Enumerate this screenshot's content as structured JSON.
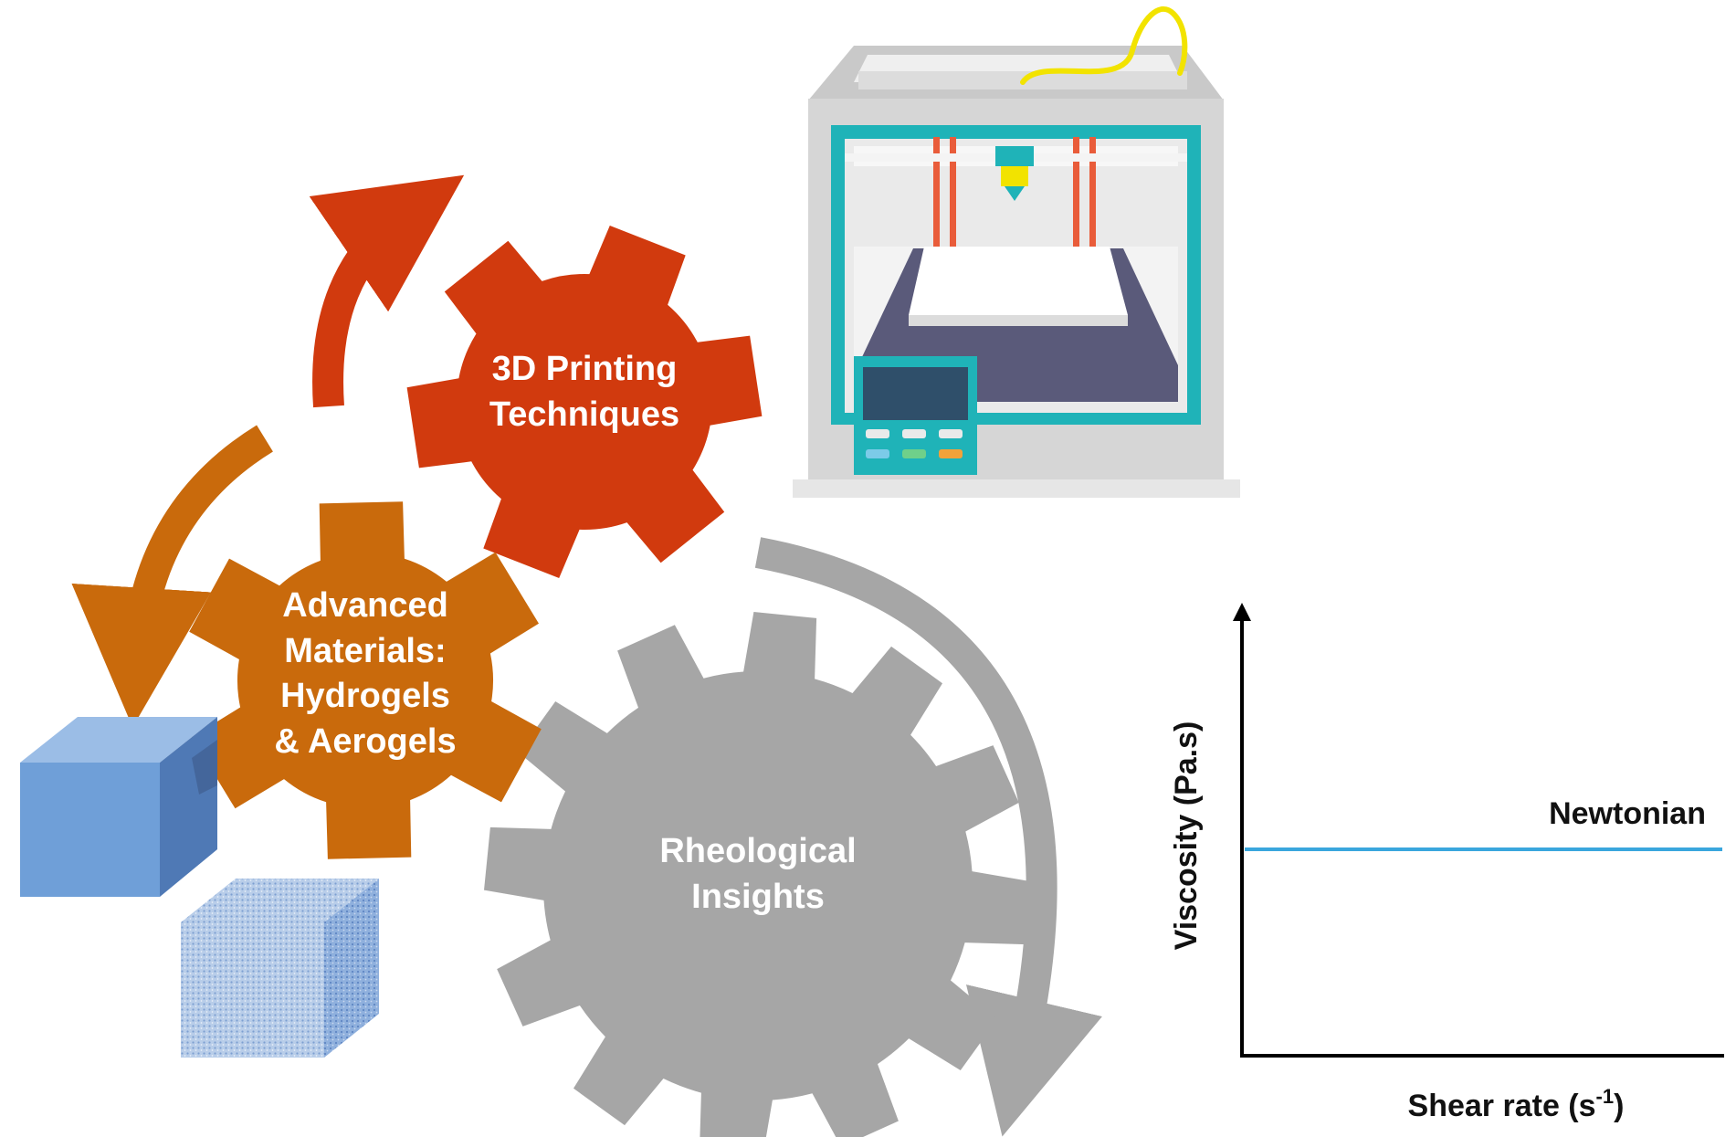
{
  "gears": {
    "printing": {
      "line1": "3D Printing",
      "line2": "Techniques",
      "color": "#d13a0e"
    },
    "materials": {
      "line1": "Advanced",
      "line2": "Materials:",
      "line3": "Hydrogels",
      "line4": "& Aerogels",
      "color": "#c96a0c"
    },
    "rheology": {
      "line1": "Rheological",
      "line2": "Insights",
      "color": "#a6a6a6"
    }
  },
  "plot": {
    "xlabel_main": "Shear rate (s",
    "xlabel_sup": "-1",
    "xlabel_end": ")",
    "ylabel": "Viscosity (Pa.s)",
    "curve_label": "Newtonian",
    "curve_color": "#3aa6dd"
  },
  "colors": {
    "hydrogel_cube": "#6f9fd8",
    "aerogel_cube": "#a9c3e6",
    "printer_frame": "#d6d6d6",
    "printer_accent": "#1fb3b8",
    "filament": "#f2e300"
  }
}
